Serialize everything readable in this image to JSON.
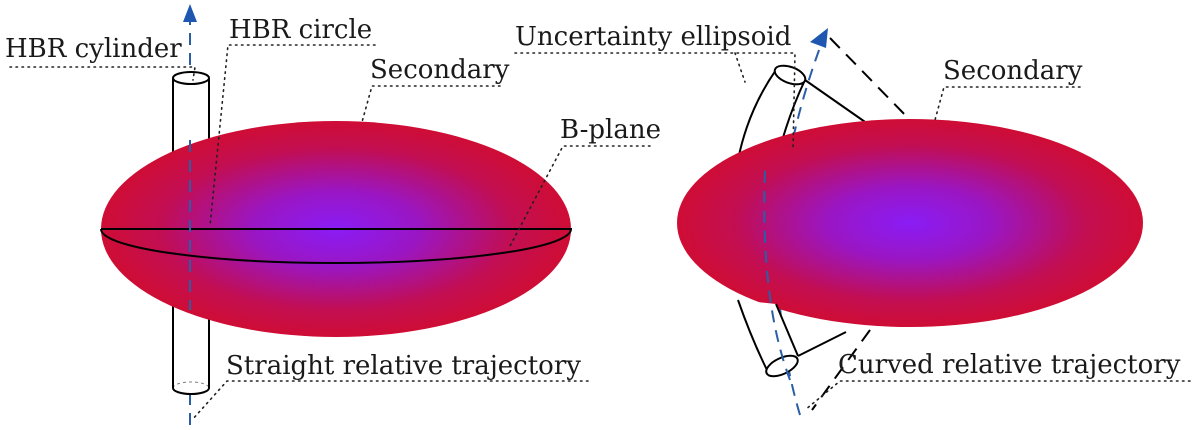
{
  "left_panel": {
    "labels": {
      "hbr_cylinder": "HBR cylinder",
      "hbr_circle": "HBR circle",
      "secondary": "Secondary",
      "b_plane": "B-plane",
      "straight_trajectory": "Straight relative trajectory"
    }
  },
  "right_panel": {
    "labels": {
      "uncertainty_ellipsoid": "Uncertainty ellipsoid",
      "secondary": "Secondary",
      "curved_trajectory": "Curved relative trajectory"
    }
  },
  "colors": {
    "ellipsoid_center": "#8a1cf5",
    "ellipsoid_edge": "#cf0d35",
    "trajectory": "#2a5fa8",
    "arrow": "#1f56b0"
  }
}
